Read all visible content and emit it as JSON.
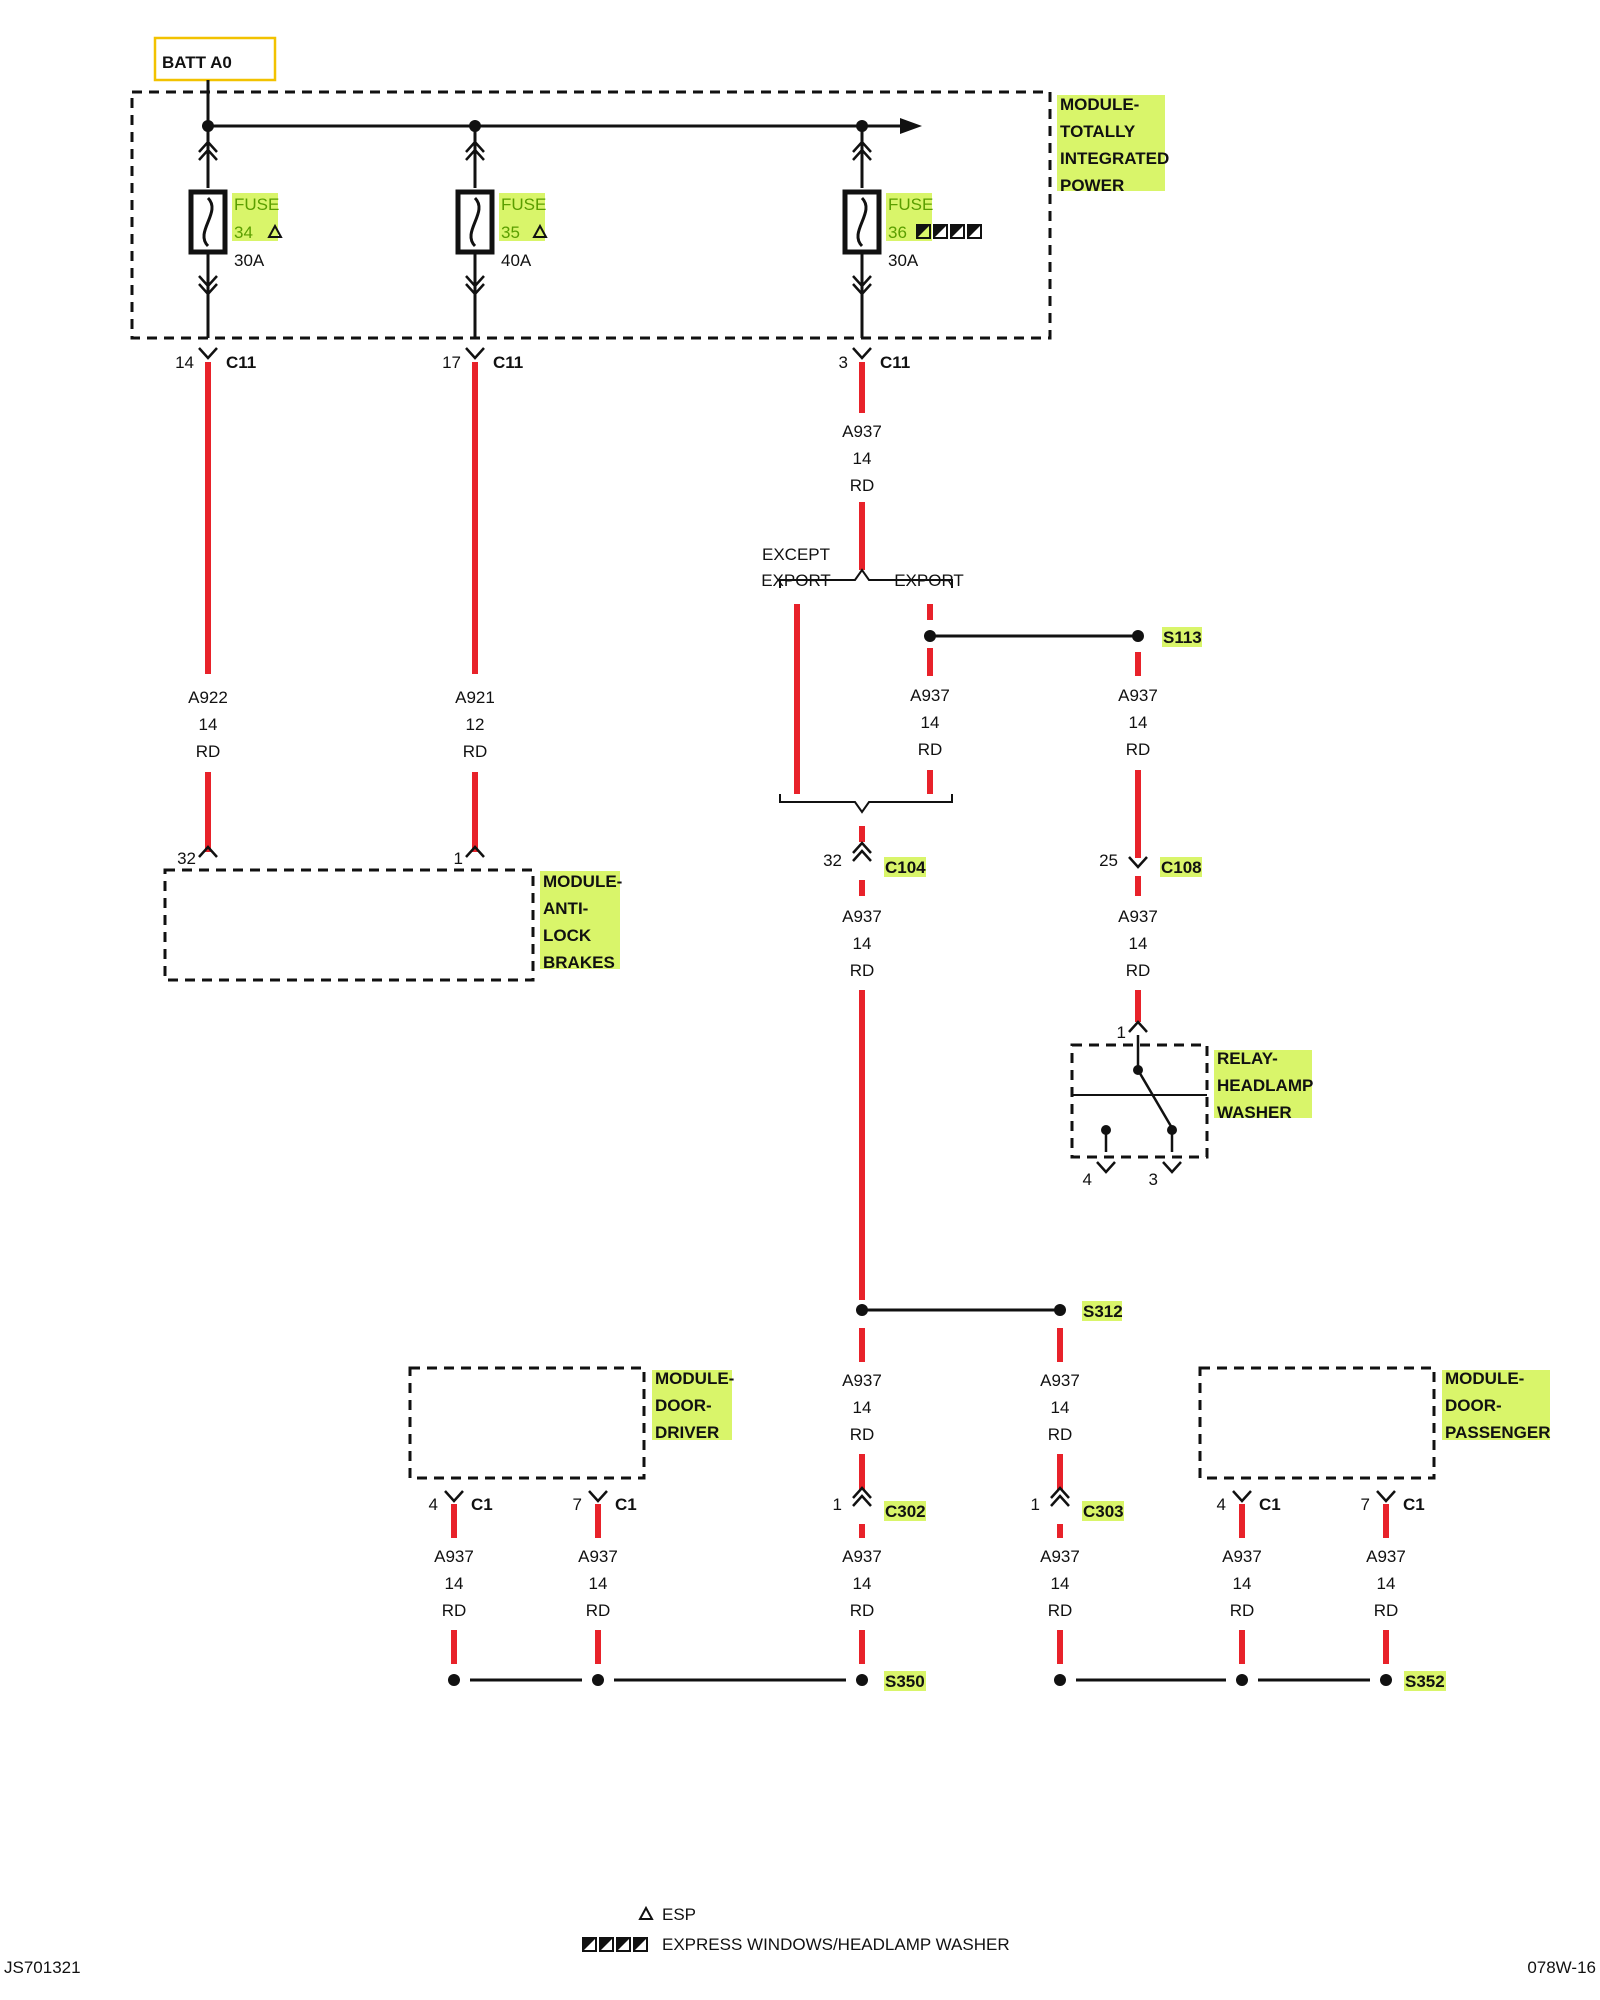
{
  "colors": {
    "wire": "#e8222a",
    "highlight": "#d9f56a",
    "frame": "#111111",
    "batt_border": "#f2c200"
  },
  "batt": "BATT A0",
  "modules": {
    "tipm": [
      "MODULE-",
      "TOTALLY",
      "INTEGRATED",
      "POWER"
    ],
    "abs": [
      "MODULE-",
      "ANTI-",
      "LOCK",
      "BRAKES"
    ],
    "door_driver": [
      "MODULE-",
      "DOOR-",
      "DRIVER"
    ],
    "door_passenger": [
      "MODULE-",
      "DOOR-",
      "PASSENGER"
    ],
    "relay": [
      "RELAY-",
      "HEADLAMP",
      "WASHER"
    ]
  },
  "fuses": [
    {
      "label": "FUSE",
      "number": "34",
      "rating": "30A",
      "note_icon": "triangle-icon"
    },
    {
      "label": "FUSE",
      "number": "35",
      "rating": "40A",
      "note_icon": "triangle-icon"
    },
    {
      "label": "FUSE",
      "number": "36",
      "rating": "30A",
      "note_icon": "square-icon"
    }
  ],
  "connectors": {
    "c11_a": {
      "pin": "14",
      "name": "C11"
    },
    "c11_b": {
      "pin": "17",
      "name": "C11"
    },
    "c11_c": {
      "pin": "3",
      "name": "C11"
    },
    "abs_a": {
      "pin": "32"
    },
    "abs_b": {
      "pin": "1"
    },
    "c104": {
      "pin": "32",
      "name": "C104"
    },
    "c108": {
      "pin": "25",
      "name": "C108"
    },
    "relay_in": {
      "pin": "1"
    },
    "relay_4": {
      "pin": "4"
    },
    "relay_3": {
      "pin": "3"
    },
    "dd_a": {
      "pin": "4",
      "name": "C1"
    },
    "dd_b": {
      "pin": "7",
      "name": "C1"
    },
    "c302": {
      "pin": "1",
      "name": "C302"
    },
    "c303": {
      "pin": "1",
      "name": "C303"
    },
    "dp_a": {
      "pin": "4",
      "name": "C1"
    },
    "dp_b": {
      "pin": "7",
      "name": "C1"
    }
  },
  "wires": {
    "a922": [
      "A922",
      "14",
      "RD"
    ],
    "a921": [
      "A921",
      "12",
      "RD"
    ],
    "a937_top": [
      "A937",
      "14",
      "RD"
    ],
    "a937_export": [
      "A937",
      "14",
      "RD"
    ],
    "a937_s113": [
      "A937",
      "14",
      "RD"
    ],
    "a937_c104": [
      "A937",
      "14",
      "RD"
    ],
    "a937_c108": [
      "A937",
      "14",
      "RD"
    ],
    "a937_s312_left": [
      "A937",
      "14",
      "RD"
    ],
    "a937_s312_right": [
      "A937",
      "14",
      "RD"
    ],
    "a937_dd_a": [
      "A937",
      "14",
      "RD"
    ],
    "a937_dd_b": [
      "A937",
      "14",
      "RD"
    ],
    "a937_c302": [
      "A937",
      "14",
      "RD"
    ],
    "a937_c303": [
      "A937",
      "14",
      "RD"
    ],
    "a937_dp_a": [
      "A937",
      "14",
      "RD"
    ],
    "a937_dp_b": [
      "A937",
      "14",
      "RD"
    ]
  },
  "options": {
    "except_export": [
      "EXCEPT",
      "EXPORT"
    ],
    "export": "EXPORT"
  },
  "splices": {
    "s113": "S113",
    "s312": "S312",
    "s350": "S350",
    "s352": "S352"
  },
  "legend": [
    {
      "icon": "triangle-icon",
      "text": "ESP"
    },
    {
      "icon": "square-icon",
      "text": "EXPRESS WINDOWS/HEADLAMP WASHER"
    }
  ],
  "footer": {
    "left": "JS701321",
    "right": "078W-16"
  }
}
